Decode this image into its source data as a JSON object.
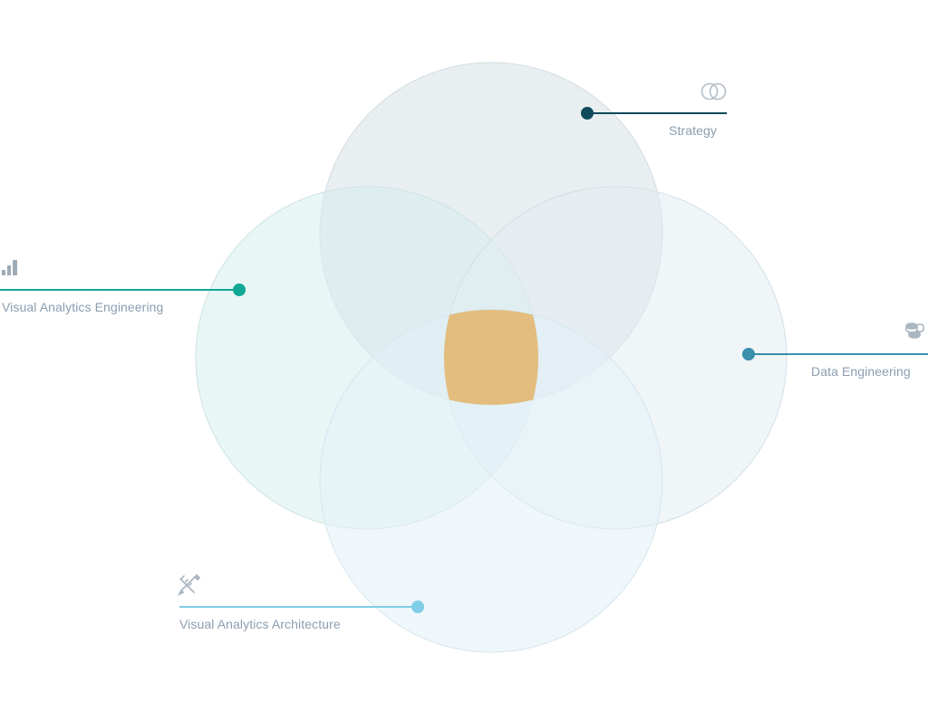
{
  "diagram": {
    "type": "venn-4",
    "center_color": "#e3bd7d",
    "segments": [
      {
        "key": "strategy",
        "label": "Strategy",
        "icon": "two-circles-icon",
        "circle_color": "#dbe4e8",
        "accent": "#0f4a5c"
      },
      {
        "key": "vae",
        "label": "Visual Analytics Engineering",
        "icon": "bar-chart-icon",
        "circle_color": "#d6efee",
        "accent": "#12a896"
      },
      {
        "key": "de",
        "label": "Data Engineering",
        "icon": "database-icon",
        "circle_color": "#e1ecf1",
        "accent": "#3a8fab"
      },
      {
        "key": "vaa",
        "label": "Visual Analytics Architecture",
        "icon": "pencil-ruler-icon",
        "circle_color": "#e3f1f8",
        "accent": "#7fcde6"
      }
    ]
  }
}
